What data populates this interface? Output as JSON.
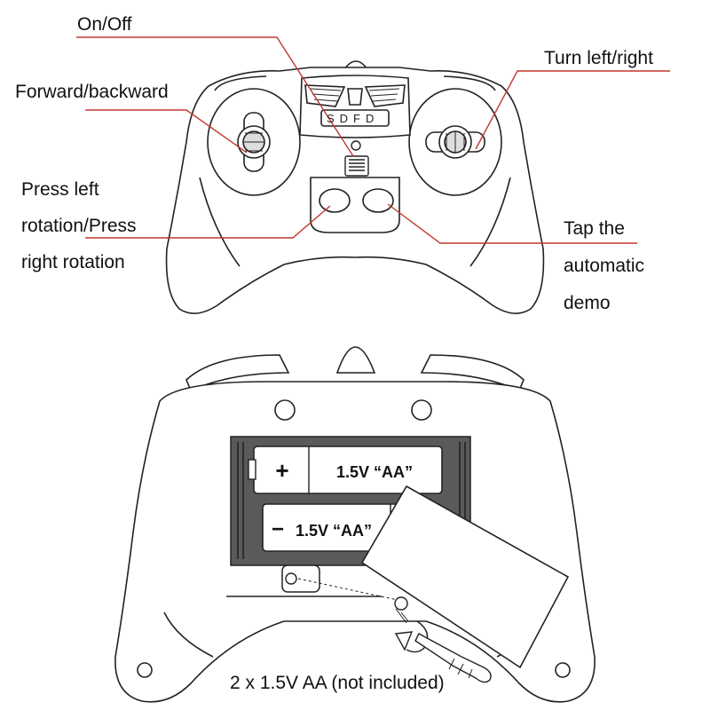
{
  "top_view": {
    "labels": {
      "on_off": "On/Off",
      "forward_backward": "Forward/backward",
      "turn_left_right": "Turn left/right",
      "press_rotation": [
        "Press left",
        "rotation/Press",
        "right rotation"
      ],
      "tap_demo": [
        "Tap the",
        "automatic",
        "demo"
      ]
    },
    "logo_text": "SDFD"
  },
  "bottom_view": {
    "battery_top": {
      "polarity": "+",
      "label": "1.5V “AA”"
    },
    "battery_bottom": {
      "polarity": "−",
      "label": "1.5V “AA”"
    },
    "caption": "2 x 1.5V AA (not included)"
  },
  "colors": {
    "callout_line": "#c0392b",
    "outline": "#222222",
    "battery_dark": "#5a5a5a"
  }
}
